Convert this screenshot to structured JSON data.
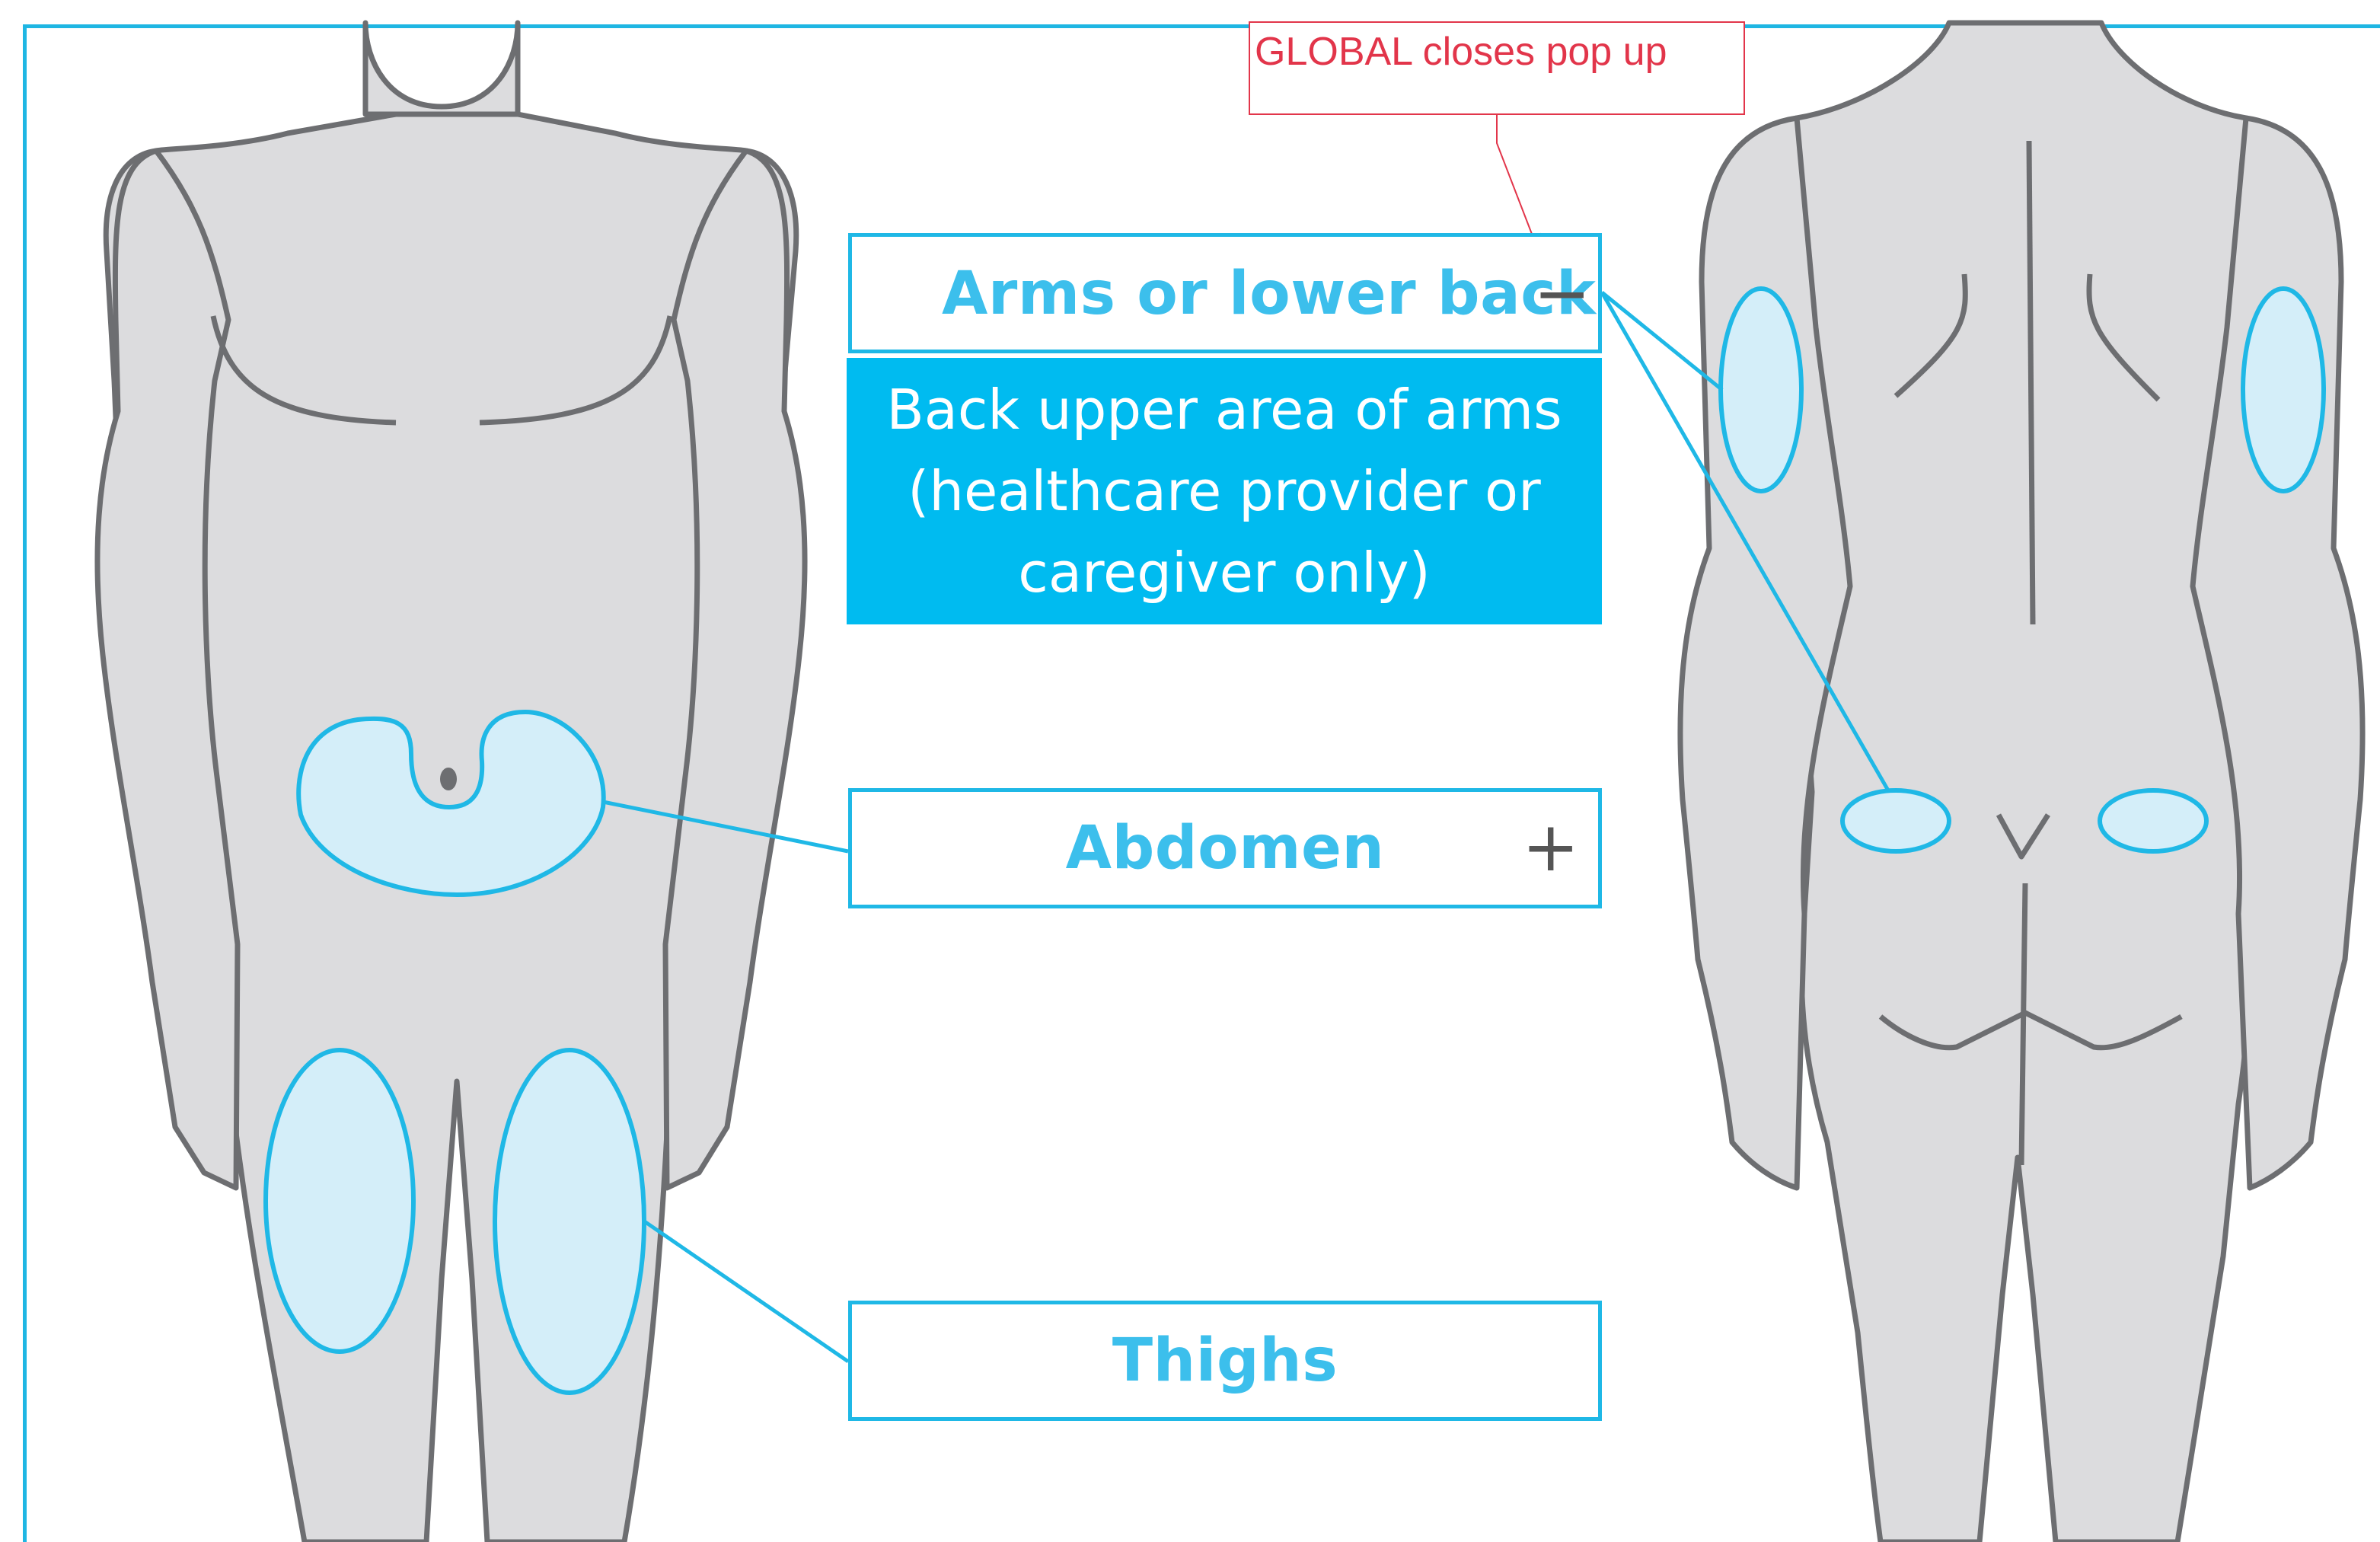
{
  "regions": {
    "arms": {
      "label": "Arms or lower back",
      "toggle": "−"
    },
    "abdomen": {
      "label": "Abdomen",
      "toggle": "+"
    },
    "thighs": {
      "label": "Thighs"
    }
  },
  "popup": {
    "lines": [
      "Back upper area of arms",
      "(healthcare provider or",
      "caregiver only)"
    ]
  },
  "annotation": {
    "text": "GLOBAL closes pop up"
  },
  "colors": {
    "accent": "#1fb8e6",
    "popup_bg": "#00bbf0",
    "zone_fill": "#d4eef9",
    "body_fill": "#dcdcde",
    "body_stroke": "#6d6e71",
    "note_red": "#e2354a"
  }
}
